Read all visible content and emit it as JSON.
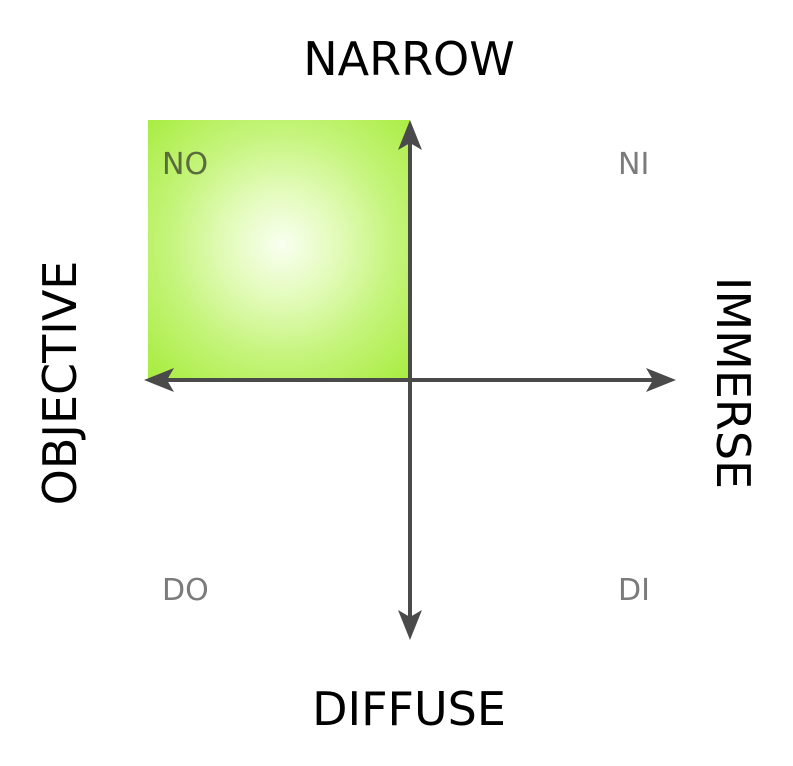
{
  "diagram": {
    "type": "quadrant",
    "axes": {
      "top": "NARROW",
      "bottom": "DIFFUSE",
      "left": "OBJECTIVE",
      "right": "IMMERSE"
    },
    "quadrants": {
      "top_left": "NO",
      "top_right": "NI",
      "bottom_left": "DO",
      "bottom_right": "DI"
    },
    "highlighted_quadrant": "NO",
    "colors": {
      "highlight": "#a6ec3c",
      "highlight_center": "#f9fff0",
      "axis": "#4a4a4a",
      "quadrant_label": "#7b7b7b",
      "axis_label": "#000000"
    }
  }
}
